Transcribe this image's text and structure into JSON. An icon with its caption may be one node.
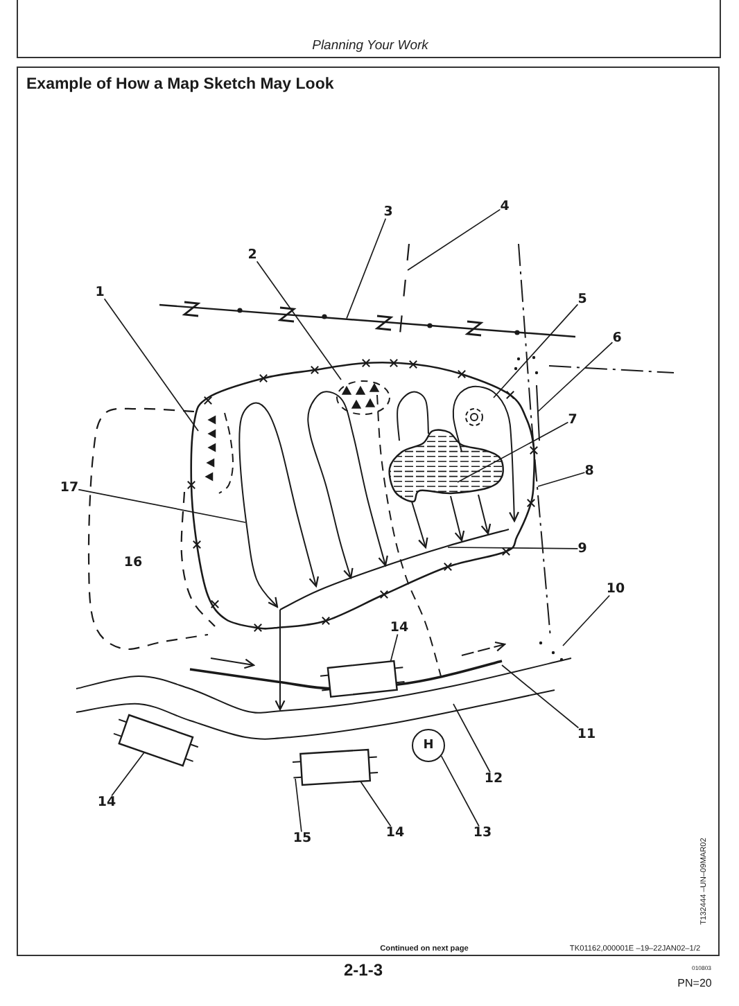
{
  "diagram": {
    "title": "Example of How a Map Sketch May Look",
    "nodes": [
      {
        "text": [
          "1"
        ]
      },
      {
        "text": [
          "2"
        ]
      },
      {
        "text": [
          "3"
        ]
      },
      {
        "text": [
          "4"
        ]
      },
      {
        "text": [
          "5"
        ]
      },
      {
        "text": [
          "6"
        ]
      },
      {
        "text": [
          "7"
        ]
      },
      {
        "text": [
          "8"
        ]
      },
      {
        "text": [
          "9"
        ]
      },
      {
        "text": [
          "10"
        ]
      },
      {
        "text": [
          "11"
        ]
      },
      {
        "text": [
          "12"
        ]
      },
      {
        "text": [
          "13"
        ]
      },
      {
        "text": [
          "14"
        ]
      },
      {
        "text": [
          "14"
        ]
      },
      {
        "text": [
          "14"
        ]
      },
      {
        "text": [
          "15"
        ]
      },
      {
        "text": [
          "17"
        ]
      },
      {
        "text": [
          "H"
        ]
      },
      {
        "text": [],
        "shape": "box"
      },
      {
        "text": [],
        "shape": "box"
      },
      {
        "text": [],
        "shape": "box"
      }
    ],
    "edges": [
      {
        "from": 0,
        "to": null,
        "arrow": "none"
      },
      {
        "from": 1,
        "to": null,
        "arrow": "none"
      },
      {
        "from": 2,
        "to": null,
        "arrow": "none"
      },
      {
        "from": 3,
        "to": null,
        "arrow": "none"
      },
      {
        "from": 4,
        "to": null,
        "arrow": "none"
      },
      {
        "from": 5,
        "to": null,
        "arrow": "none"
      },
      {
        "from": 6,
        "to": null,
        "arrow": "none"
      },
      {
        "from": 7,
        "to": null,
        "arrow": "none"
      },
      {
        "from": 8,
        "to": null,
        "arrow": "none"
      },
      {
        "from": 9,
        "to": null,
        "arrow": "none"
      },
      {
        "from": 10,
        "to": null,
        "arrow": "none"
      },
      {
        "from": 11,
        "to": null,
        "arrow": "none"
      },
      {
        "from": 12,
        "to": 18,
        "arrow": "none"
      },
      {
        "from": 13,
        "to": 19,
        "arrow": "none"
      },
      {
        "from": 14,
        "to": 20,
        "arrow": "none"
      },
      {
        "from": 15,
        "to": 21,
        "arrow": "none"
      },
      {
        "from": 16,
        "to": 21,
        "arrow": "none"
      },
      {
        "from": 17,
        "to": null,
        "arrow": "none"
      }
    ],
    "labels": [
      "Planning Your Work",
      "16",
      "Continued on next page",
      "TK01162,000001E –19–22JAN02–1/2",
      "T132444 –UN–09MAR02",
      "2-1-3",
      "010803",
      "PN=20"
    ]
  }
}
